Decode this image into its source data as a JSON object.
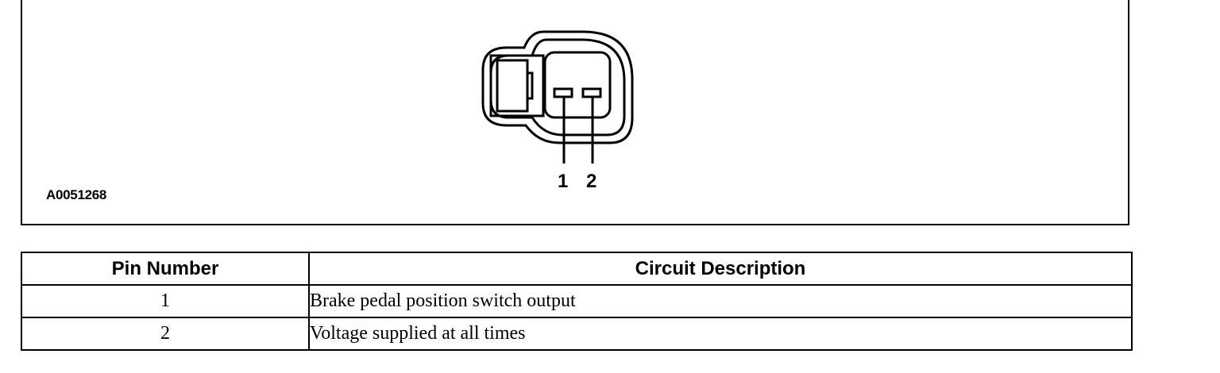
{
  "figure": {
    "id": "A0051268",
    "pin_labels": [
      "1",
      "2"
    ]
  },
  "table": {
    "headers": [
      "Pin Number",
      "Circuit Description"
    ],
    "rows": [
      {
        "pin": "1",
        "description": "Brake pedal position switch output"
      },
      {
        "pin": "2",
        "description": "Voltage supplied at all times"
      }
    ]
  }
}
